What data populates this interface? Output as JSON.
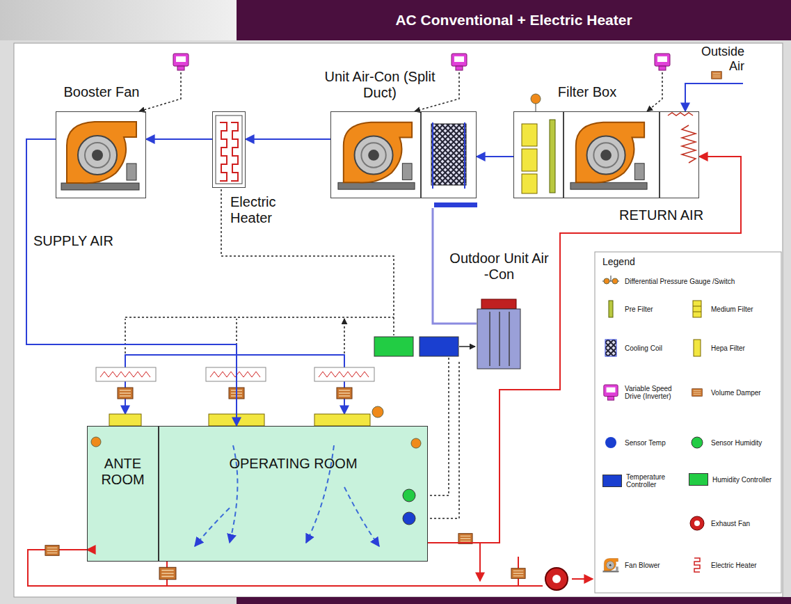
{
  "diagram": {
    "title": "AC Conventional + Electric Heater",
    "nodes": [
      {
        "text": [
          "Booster Fan"
        ]
      },
      {
        "text": [
          "Electric Heater"
        ]
      },
      {
        "text": [
          "Unit Air-Con (Split Duct)"
        ]
      },
      {
        "text": [
          "Filter Box"
        ]
      },
      {
        "text": [
          "Outdoor Unit Air -Con"
        ]
      },
      {
        "text": [
          "ANTE ROOM"
        ]
      },
      {
        "text": [
          "OPERATING ROOM"
        ]
      }
    ],
    "edges": [
      {
        "from": 3,
        "to": 2,
        "arrow": "to"
      },
      {
        "from": 2,
        "to": 1,
        "arrow": "to"
      },
      {
        "from": 1,
        "to": 0,
        "arrow": "to"
      },
      {
        "from": 0,
        "to": 6,
        "label": "SUPPLY AIR",
        "arrow": "to"
      },
      {
        "from": 4,
        "to": 2,
        "arrow": "none"
      },
      {
        "from": 6,
        "to": 3,
        "label": "RETURN AIR",
        "arrow": "to"
      }
    ],
    "labels": [
      "Outside Air",
      "Legend"
    ],
    "legend": [
      {
        "text": "Differential Pressure Gauge /Switch"
      },
      {
        "text": "Pre Filter"
      },
      {
        "text": "Medium Filter"
      },
      {
        "text": "Cooling Coil"
      },
      {
        "text": "Hepa Filter"
      },
      {
        "text": "Variable Speed Drive (Inverter)"
      },
      {
        "text": "Volume Damper"
      },
      {
        "text": "Sensor Temp"
      },
      {
        "text": "Sensor Humidity"
      },
      {
        "text": "Temperature Controller",
        "color": "#1a3fd0"
      },
      {
        "text": "Humidity Controller",
        "color": "#22cc44"
      },
      {
        "text": "Exhaust Fan"
      },
      {
        "text": "Fan Blower"
      },
      {
        "text": "Electric Heater"
      }
    ]
  }
}
